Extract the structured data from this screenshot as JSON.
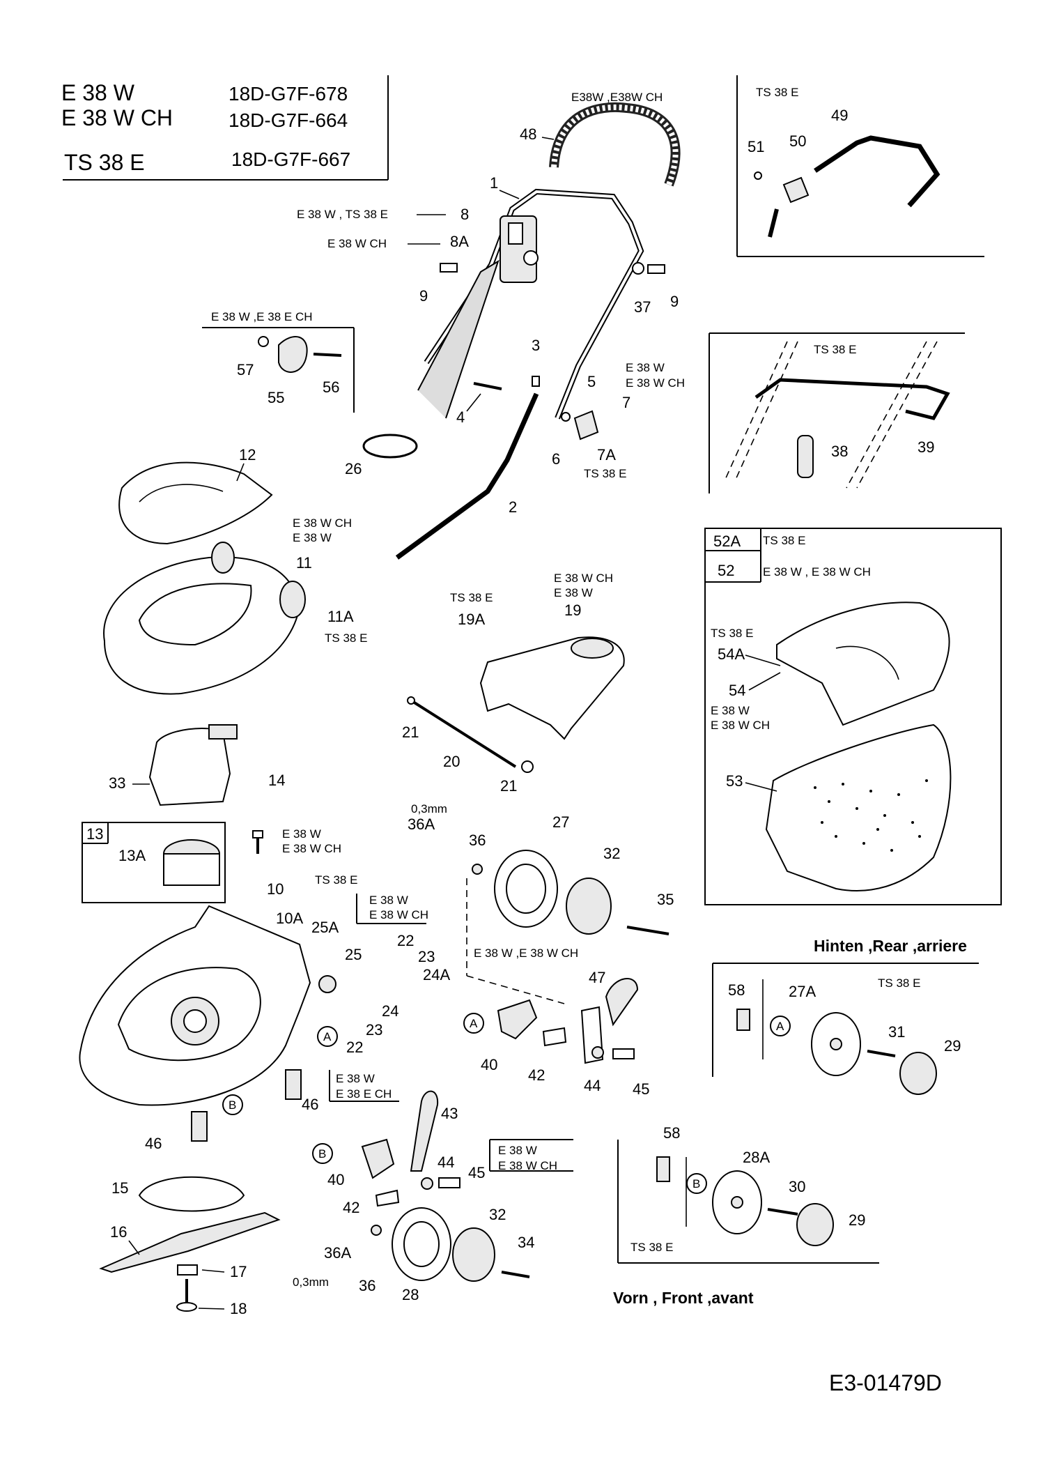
{
  "header": {
    "rows": [
      {
        "model": "E 38 W",
        "code": "18D-G7F-678"
      },
      {
        "model": "E 38 W CH",
        "code": "18D-G7F-664"
      },
      {
        "model": "TS 38 E",
        "code": "18D-G7F-667"
      }
    ]
  },
  "notes": {
    "e38w_e38wch_compact": "E38W ,E38W CH",
    "ts38e": "TS 38 E",
    "e38w_ts38e": "E 38 W , TS 38 E",
    "e38wch": "E 38 W CH",
    "e38w_e38ech": "E 38 W ,E 38 E CH",
    "e38w": "E 38 W",
    "e38wch_alt": "E 38 W CH",
    "e38w_e38wch_sep": "E 38 W ,E 38 W CH",
    "e38w_e38wch_comma": "E 38 W , E 38 W CH",
    "e38ech": "E 38 E CH",
    "thickness": "0,3mm"
  },
  "part_numbers": {
    "p1": "1",
    "p2": "2",
    "p3": "3",
    "p4": "4",
    "p5": "5",
    "p6": "6",
    "p7": "7",
    "p7a": "7A",
    "p8": "8",
    "p8a": "8A",
    "p9": "9",
    "p10": "10",
    "p10a": "10A",
    "p11": "11",
    "p11a": "11A",
    "p12": "12",
    "p13": "13",
    "p13a": "13A",
    "p14": "14",
    "p15": "15",
    "p16": "16",
    "p17": "17",
    "p18": "18",
    "p19": "19",
    "p19a": "19A",
    "p20": "20",
    "p21": "21",
    "p22": "22",
    "p23": "23",
    "p24": "24",
    "p24a": "24A",
    "p25": "25",
    "p25a": "25A",
    "p26": "26",
    "p27": "27",
    "p27a": "27A",
    "p28": "28",
    "p28a": "28A",
    "p29": "29",
    "p30": "30",
    "p31": "31",
    "p32": "32",
    "p33": "33",
    "p34": "34",
    "p35": "35",
    "p36": "36",
    "p36a": "36A",
    "p37": "37",
    "p38": "38",
    "p39": "39",
    "p40": "40",
    "p42": "42",
    "p43": "43",
    "p44": "44",
    "p45": "45",
    "p46": "46",
    "p47": "47",
    "p48": "48",
    "p49": "49",
    "p50": "50",
    "p51": "51",
    "p52": "52",
    "p52a": "52A",
    "p53": "53",
    "p54": "54",
    "p54a": "54A",
    "p55": "55",
    "p56": "56",
    "p57": "57",
    "p58": "58"
  },
  "markers": {
    "a": "A",
    "b": "B"
  },
  "sections": {
    "rear": "Hinten ,Rear ,arriere",
    "front": "Vorn , Front ,avant"
  },
  "footer": {
    "drawing_id": "E3-01479D"
  }
}
